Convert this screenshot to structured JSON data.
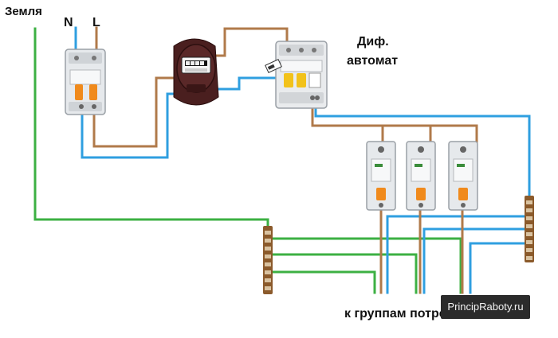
{
  "labels": {
    "ground": "Земля",
    "neutral": "N",
    "line": "L",
    "rcd_line1": "Диф.",
    "rcd_line2": "автомат",
    "consumers": "к группам потребителей"
  },
  "watermark": "PrincipRaboty.ru",
  "colors": {
    "ground_wire": "#3cb043",
    "neutral_wire": "#2f9fe0",
    "phase_wire": "#b07a4a",
    "breaker_body": "#e4e7ea",
    "breaker_handle": "#f08a1c",
    "rcd_handle": "#f2c21a",
    "meter_body": "#4a1f1f",
    "busbar": "#8b5a2b"
  },
  "components": {
    "main_breaker": "circuit-breaker-icon",
    "meter": "electricity-meter-icon",
    "rcd": "rcd-icon",
    "group_breakers": [
      "circuit-breaker-icon",
      "circuit-breaker-icon",
      "circuit-breaker-icon"
    ],
    "ground_bus": "terminal-bus-icon",
    "neutral_bus": "terminal-bus-icon"
  }
}
